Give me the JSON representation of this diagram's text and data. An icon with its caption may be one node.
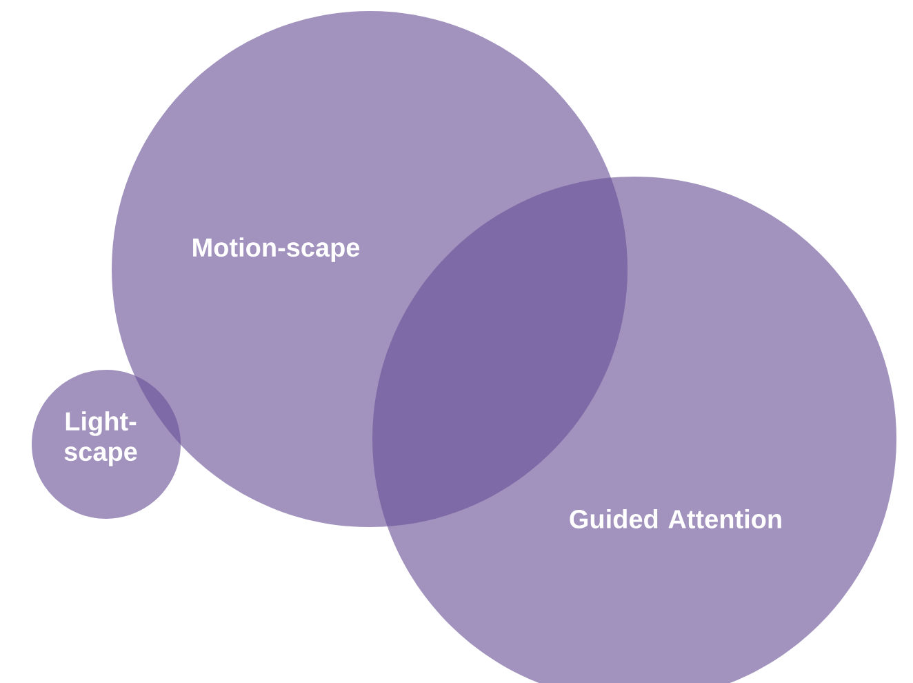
{
  "diagram": {
    "nodes": [
      {
        "text": [
          "Motion-scape"
        ]
      },
      {
        "text": [
          "Light-scape"
        ]
      },
      {
        "text": [
          "Guided Attention"
        ]
      }
    ]
  }
}
